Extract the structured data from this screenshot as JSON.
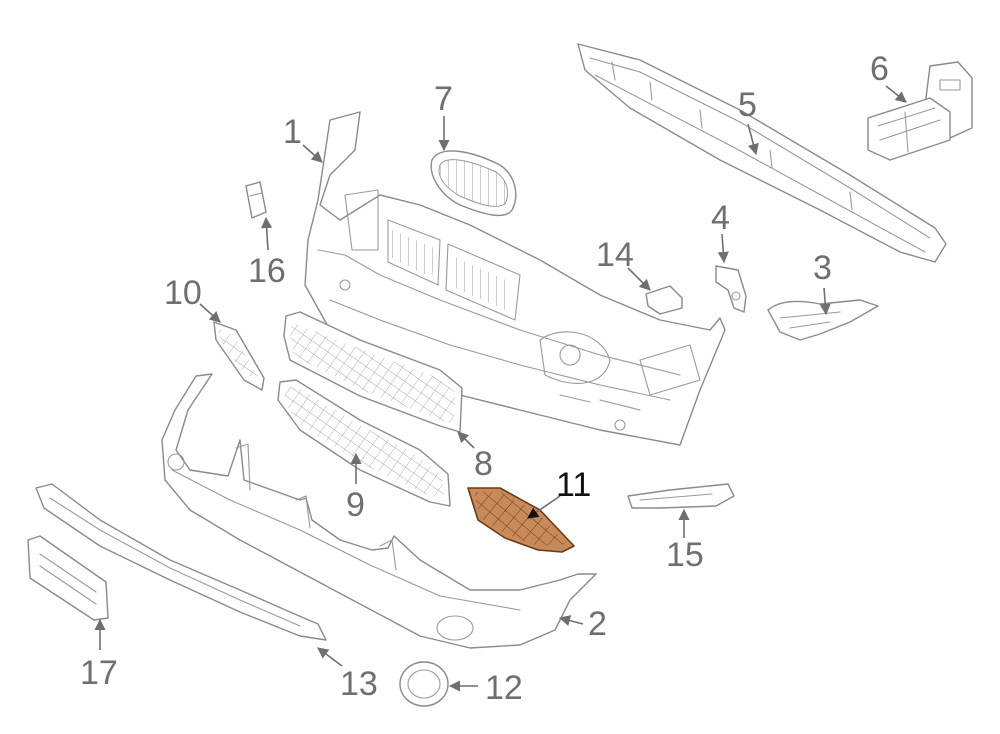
{
  "callouts": [
    {
      "id": "1",
      "label": "1"
    },
    {
      "id": "2",
      "label": "2"
    },
    {
      "id": "3",
      "label": "3"
    },
    {
      "id": "4",
      "label": "4"
    },
    {
      "id": "5",
      "label": "5"
    },
    {
      "id": "6",
      "label": "6"
    },
    {
      "id": "7",
      "label": "7"
    },
    {
      "id": "8",
      "label": "8"
    },
    {
      "id": "9",
      "label": "9"
    },
    {
      "id": "10",
      "label": "10"
    },
    {
      "id": "11",
      "label": "11",
      "highlighted": true
    },
    {
      "id": "12",
      "label": "12"
    },
    {
      "id": "13",
      "label": "13"
    },
    {
      "id": "14",
      "label": "14"
    },
    {
      "id": "15",
      "label": "15"
    },
    {
      "id": "16",
      "label": "16"
    },
    {
      "id": "17",
      "label": "17"
    }
  ],
  "colors": {
    "line": "#8a8a8a",
    "label": "#6f6f6f",
    "highlight_fill": "#c98a5a",
    "highlight_stroke": "#6b3a17",
    "highlight_label": "#111111"
  }
}
